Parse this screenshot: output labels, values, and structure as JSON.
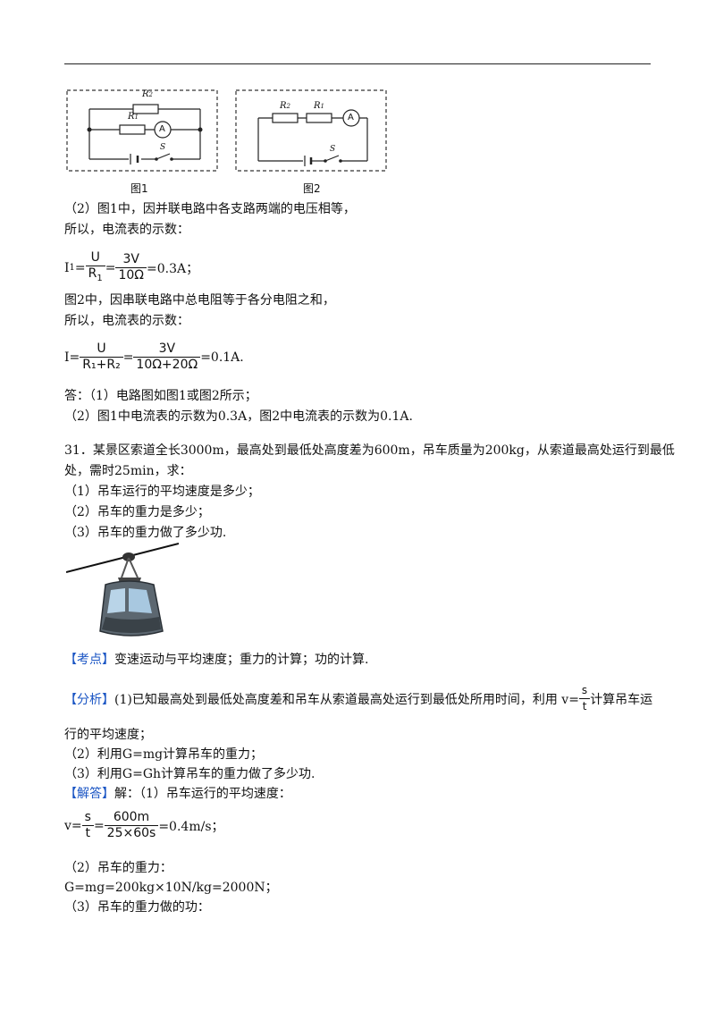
{
  "figures": {
    "fig1_caption": "图1",
    "fig2_caption": "图2",
    "labels": {
      "R1": "R",
      "R2": "R",
      "sub1": "1",
      "sub2": "2",
      "A": "A",
      "S": "S"
    }
  },
  "solution30": {
    "p2_line1": "（2）图1中，因并联电路中各支路两端的电压相等，",
    "p2_line2": "所以，电流表的示数：",
    "f1_lhs": "I",
    "f1_lhs_sub": "1",
    "f1_num1": "U",
    "f1_den1": "R",
    "f1_den1_sub": "1",
    "f1_num2": "3V",
    "f1_den2": "10Ω",
    "f1_result": "=0.3A；",
    "p3_line1": "图2中，因串联电路中总电阻等于各分电阻之和，",
    "p3_line2": "所以，电流表的示数：",
    "f2_lhs": "I=",
    "f2_num1": "U",
    "f2_den1": "R₁+R₂",
    "f2_num2": "3V",
    "f2_den2": "10Ω+20Ω",
    "f2_result": "=0.1A.",
    "ans_line1": "答：（1）电路图如图1或图2所示；",
    "ans_line2": "（2）图1中电流表的示数为0.3A，图2中电流表的示数为0.1A."
  },
  "problem31": {
    "line1": "31．某景区索道全长3000m，最高处到最低处高度差为600m，吊车质量为200kg，从索道最高处运行到最低",
    "line2": "处，需时25min，求：",
    "q1": "（1）吊车运行的平均速度是多少；",
    "q2": "（2）吊车的重力是多少；",
    "q3": "（3）吊车的重力做了多少功."
  },
  "analysis": {
    "kaodian_tag": "【考点】",
    "kaodian_text": "变速运动与平均速度；重力的计算；功的计算.",
    "fenxi_tag": "【分析】",
    "fenxi_text": "(1)已知最高处到最低处高度差和吊车从索道最高处运行到最低处所用时间，利用 v=",
    "fenxi_num": "s",
    "fenxi_den": "t",
    "fenxi_tail": "计算吊车运",
    "fenxi_line2": "行的平均速度；",
    "fenxi_l3": "（2）利用G=mg计算吊车的重力；",
    "fenxi_l4": "（3）利用G=Gh计算吊车的重力做了多少功.",
    "jieda_tag": "【解答】",
    "jieda_text": "解：（1）吊车运行的平均速度：",
    "v_lhs": "v=",
    "v_num1": "s",
    "v_den1": "t",
    "v_num2": "600m",
    "v_den2": "25×60s",
    "v_result": "=0.4m/s；",
    "l2": "（2）吊车的重力：",
    "l3": "G=mg=200kg×10N/kg=2000N；",
    "l4": "（3）吊车的重力做的功："
  }
}
